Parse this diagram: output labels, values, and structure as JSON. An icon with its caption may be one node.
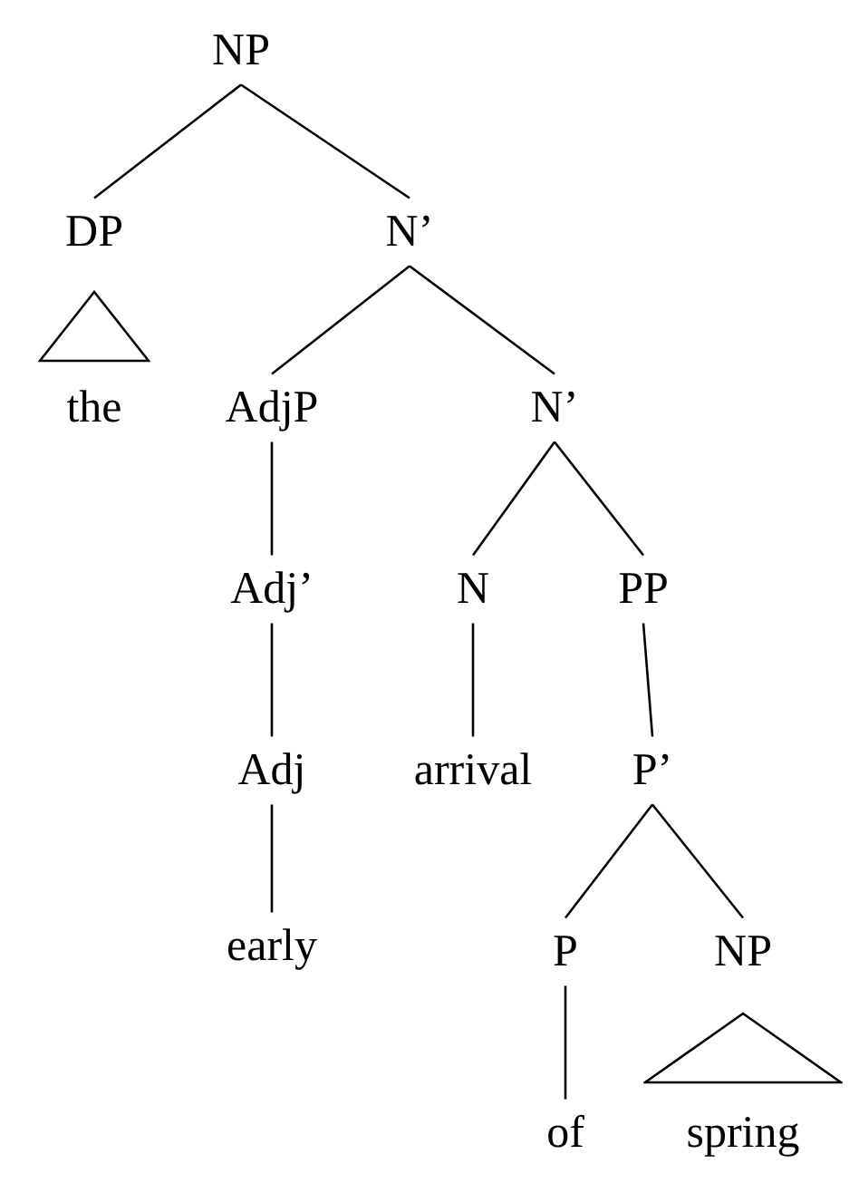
{
  "diagram": {
    "nodes": [
      {
        "text": [
          "NP"
        ]
      },
      {
        "text": [
          "DP"
        ]
      },
      {
        "text": [
          "N’"
        ]
      },
      {
        "text": [],
        "shape": "triangle"
      },
      {
        "text": [
          "the"
        ]
      },
      {
        "text": [
          "AdjP"
        ]
      },
      {
        "text": [
          "N’"
        ]
      },
      {
        "text": [
          "Adj’"
        ]
      },
      {
        "text": [
          "N"
        ]
      },
      {
        "text": [
          "PP"
        ]
      },
      {
        "text": [
          "Adj"
        ]
      },
      {
        "text": [
          "arrival"
        ]
      },
      {
        "text": [
          "P’"
        ]
      },
      {
        "text": [
          "early"
        ]
      },
      {
        "text": [
          "P"
        ]
      },
      {
        "text": [
          "NP"
        ]
      },
      {
        "text": [],
        "shape": "triangle"
      },
      {
        "text": [
          "of"
        ]
      },
      {
        "text": [
          "spring"
        ]
      }
    ],
    "edges": [
      {
        "from": 0,
        "to": 1,
        "arrow": "none"
      },
      {
        "from": 0,
        "to": 2,
        "arrow": "none"
      },
      {
        "from": 2,
        "to": 5,
        "arrow": "none"
      },
      {
        "from": 2,
        "to": 6,
        "arrow": "none"
      },
      {
        "from": 5,
        "to": 7,
        "arrow": "none"
      },
      {
        "from": 7,
        "to": 10,
        "arrow": "none"
      },
      {
        "from": 10,
        "to": 13,
        "arrow": "none"
      },
      {
        "from": 6,
        "to": 8,
        "arrow": "none"
      },
      {
        "from": 6,
        "to": 9,
        "arrow": "none"
      },
      {
        "from": 8,
        "to": 11,
        "arrow": "none"
      },
      {
        "from": 9,
        "to": 12,
        "arrow": "none"
      },
      {
        "from": 12,
        "to": 14,
        "arrow": "none"
      },
      {
        "from": 12,
        "to": 15,
        "arrow": "none"
      },
      {
        "from": 14,
        "to": 17,
        "arrow": "none"
      }
    ]
  }
}
